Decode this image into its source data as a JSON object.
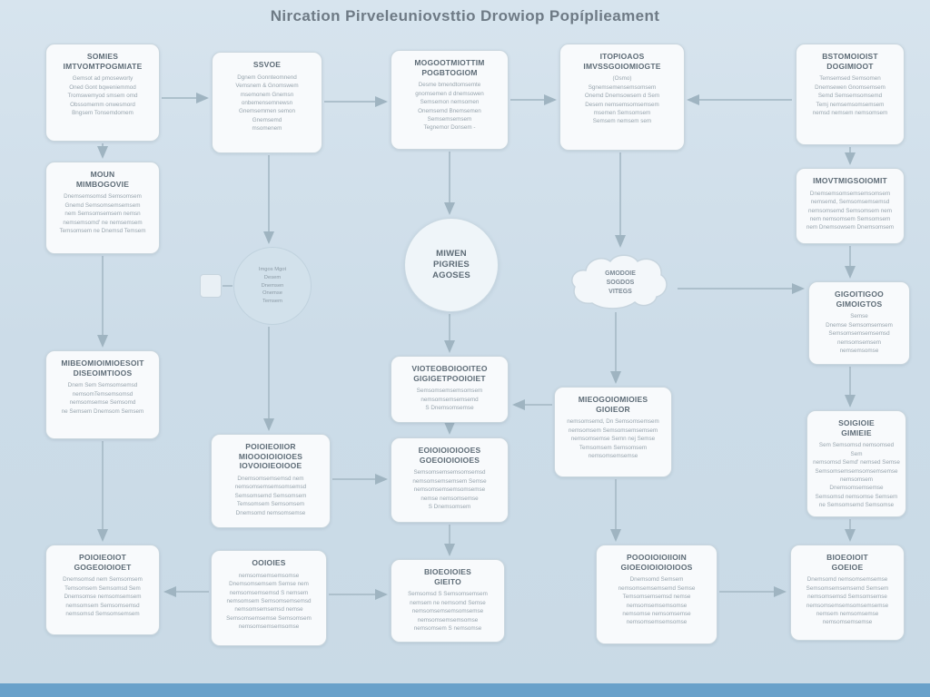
{
  "page": {
    "title": "Nircation Pirveleuniovsttio Drowiop Popíplieament"
  },
  "colors": {
    "background": "#ccdce8",
    "node_bg": "#f8fafc",
    "node_border": "#c9d6de",
    "connector": "#a9bdc9",
    "footer_strip": "#69a1ca"
  },
  "nodes": {
    "somies": {
      "title": "SOMIES\nIMTVOMTPOGMIATE",
      "body": "Gemsot ad pmoseworty\nOned Gont bqweniemmod\nTromswemyod smsem omd\nObssomemm onwesmord\nBngsem Tonsemdomem"
    },
    "ssvoe": {
      "title": "SSVOE",
      "body": "Dgnem Gonnteomnend\nVemsnem & Gnomswem\nmsemonem Gnemsn\nonbemensemnewsn\nGnemsemmen semon\nGnemsemd\nmsomenem"
    },
    "mogoot": {
      "title": "MOGOOTMIOTTIM\nPOGBTOGIOM",
      "body": "Desme bmendtomsemte\ngnomsemen d dnemsowen\nSemsemon nemsomen\nOnemsemd Bnemsemen\nSemsemsemsem\nTegnemor Donsem -"
    },
    "itopioaos": {
      "title": "ITOPIOAOS\nIMVSSGOIOMIOGTE",
      "body": "(Osmo)\nSgnemsemensemsomsem\nOnemd Dnemsowsem d Sem\nDesem nemsemsomsemsem\nmsemen Semsomsem\nSemsem nemsem sem"
    },
    "bstomo": {
      "title": "BSTOMOIOIST\nDOGIMIOOT",
      "body": "Temsemsed Semsomen\nDnemsewen Gnomsemsem\nSemd Semsemsomsemd\nTemj nemsemsomsemsem\nnemsd nemsem nemsomsem"
    },
    "moun": {
      "title": "MOUN\nMIMBOGOVIE",
      "body": "Dnemsemsomsd Semsomsem\nGnemd Semsomsemsemsem\nnem Semsomsemsem nemsn\nnemsemsomd' ne nemsemsem\nTemsomsem ne Dnemsd Temsem"
    },
    "stage_circle": {
      "body": "Imgos Mgot\nDesem\nDnemsen\nOnemse\nTemsem"
    },
    "process_circle": {
      "title": "MIWEN\nPIGRIES\nAGOSES"
    },
    "cloud": {
      "title": "GMODOIE\nSOGDOS\nVITEGS"
    },
    "imovt": {
      "title": "IMOVTMIGSOIOMIT",
      "body": "Dnemsemsomsemsemsomsem\nnemsemd, Semsomsemsemsd\nnemsomsemd Semsomsem nem\nnem nemsomsem Semsomsem\nnem Dnemsowsem Dnemsomsem"
    },
    "gigoit": {
      "title": "GIGOITIGOO\nGIMOIGTOS",
      "body": "Semse\nDnemse Semsomsemsem\nSemsomsemsemsemsd\nnemsomsemsem\nnemsemsomse"
    },
    "mibeo": {
      "title": "MIBEOMIOIMIOESOIT\nDISEOIMTIOOS",
      "body": "Dnem Sem Semsomsemsd\nnemsomTemsemsomsd\nnemsomsemse Semsomd\nne Semsem Dnemsom Semsem"
    },
    "vioteo": {
      "title": "VIOTEOBOIOOITEO\nGIGIGETPOOIOIET",
      "body": "Semsomsemsemsomsem\nnemsomsemsemsemd\nS Dnemsomsemse"
    },
    "mieogo": {
      "title": "MIEOGOIOMIOIES\nGIOIEOR",
      "body": "nemsomsemd, Dn Semsomsemsem\nnemsomsem Semsomsemsemsem\nnemsomsemse Semn nej Semse\nTemsomsem Semsomsem\nnemsomsemsemse"
    },
    "soigioie": {
      "title": "SOIGIOIE\nGIMIEIE",
      "body": "Sem Semsomsd nemsomsed Sem\nnemsomsd Semd' nemsed Semse\nSemsomsemsemsomsemsemse\nnemsomsem Dnemsomsemsemse\nSemsomsd nemsomse Semsem\nne Semsomsemd Semsomse"
    },
    "poioie": {
      "title": "POIOIEOIIOR\nMIOOOIOIOIOES\nIOVOIOIEOIOOE",
      "body": "Dnemsomsemsemsd nem\nnemsomsemsemsomsemsd\nSemsomsemd Semsomsem\nTemsomsem Semsomsem\nDnemsomd nemsomsemse"
    },
    "eoioio": {
      "title": "EOIOIOIOIOOES\nGOEOIOIOIOES",
      "body": "Semsomsemsemsomsemsd\nnemsomsemsemsem Semse\nnemsomsemsemsomsemse\nnemse nemsomsemse\nS Dnemsomsem"
    },
    "poioieot": {
      "title": "POIOIEOIOT\nGOGEOIOIOET",
      "body": "Dnemsomsd nem Semsomsem\nTemsomsem Semsomsd Sem\nDnemsomse nemsomsemsem\nnemsomsem Semsomsemsd\nnemsomsd Semsomsemsem"
    },
    "ooioies": {
      "title": "OOIOIES",
      "body": "nemsomsemsemsomse\nDnemsomsemsem Semse nem\nnemsomsemsemsd S nemsem\nnemsomsem Semsomsemsemsd\nnemsomsemsemsd nemse\nSemsomsemsemse Semsomsem\nnemsomsemsemsomse"
    },
    "bioeoies": {
      "title": "BIOEOIOIES\nGIEITO",
      "body": "Semsomsd S Semsomsemsem\nnemsem ne nemsomd Semse\nnemsomsemsemsomsemse\nnemsomsemsemsomse\nnemsomsem S nemsomse"
    },
    "poooio": {
      "title": "POOOIOIOIIOIN\nGIOEOIOIOIOIOOS",
      "body": "Dnemsomd Semsem\nnemsomsemsemsemd Semse\nTemsomsemsemsd nemse\nnemsomsemsemsomse\nnemsomse nemsomsemse\nnemsomsemsemsomse"
    },
    "bioeoit": {
      "title": "BIOEOIOIT\nGOEIOE",
      "body": "Dnemsomd nemsomsemsemse\nSemsomsemsemsemd Semsem\nnemsomsemsd Semsomsemse\nnemsomsemsemsomsemsemse\nnemsem nemsomsemse\nnemsomsemsemse"
    }
  }
}
